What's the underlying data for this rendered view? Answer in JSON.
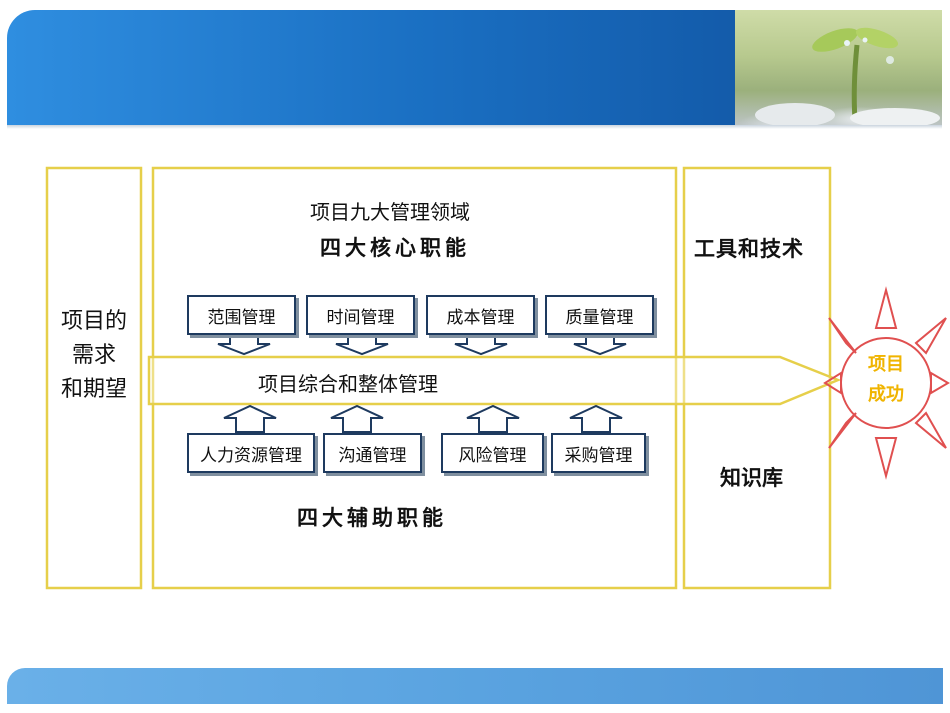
{
  "left_panel": {
    "line1": "项目的",
    "line2": "需求",
    "line3": "和期望"
  },
  "center_panel": {
    "title": "项目九大管理领域",
    "core_heading": "四大核心职能",
    "core_functions": [
      "范围管理",
      "时间管理",
      "成本管理",
      "质量管理"
    ],
    "integration": "项目综合和整体管理",
    "support_functions": [
      "人力资源管理",
      "沟通管理",
      "风险管理",
      "采购管理"
    ],
    "support_heading": "四大辅助职能"
  },
  "right_panel": {
    "tools": "工具和技术",
    "knowledge": "知识库"
  },
  "success": {
    "line1": "项目",
    "line2": "成功"
  },
  "colors": {
    "panel_border": "#e6cf4a",
    "box_border": "#1e3a5f",
    "sun_outline": "#e05050",
    "success_text": "#f0b400"
  }
}
